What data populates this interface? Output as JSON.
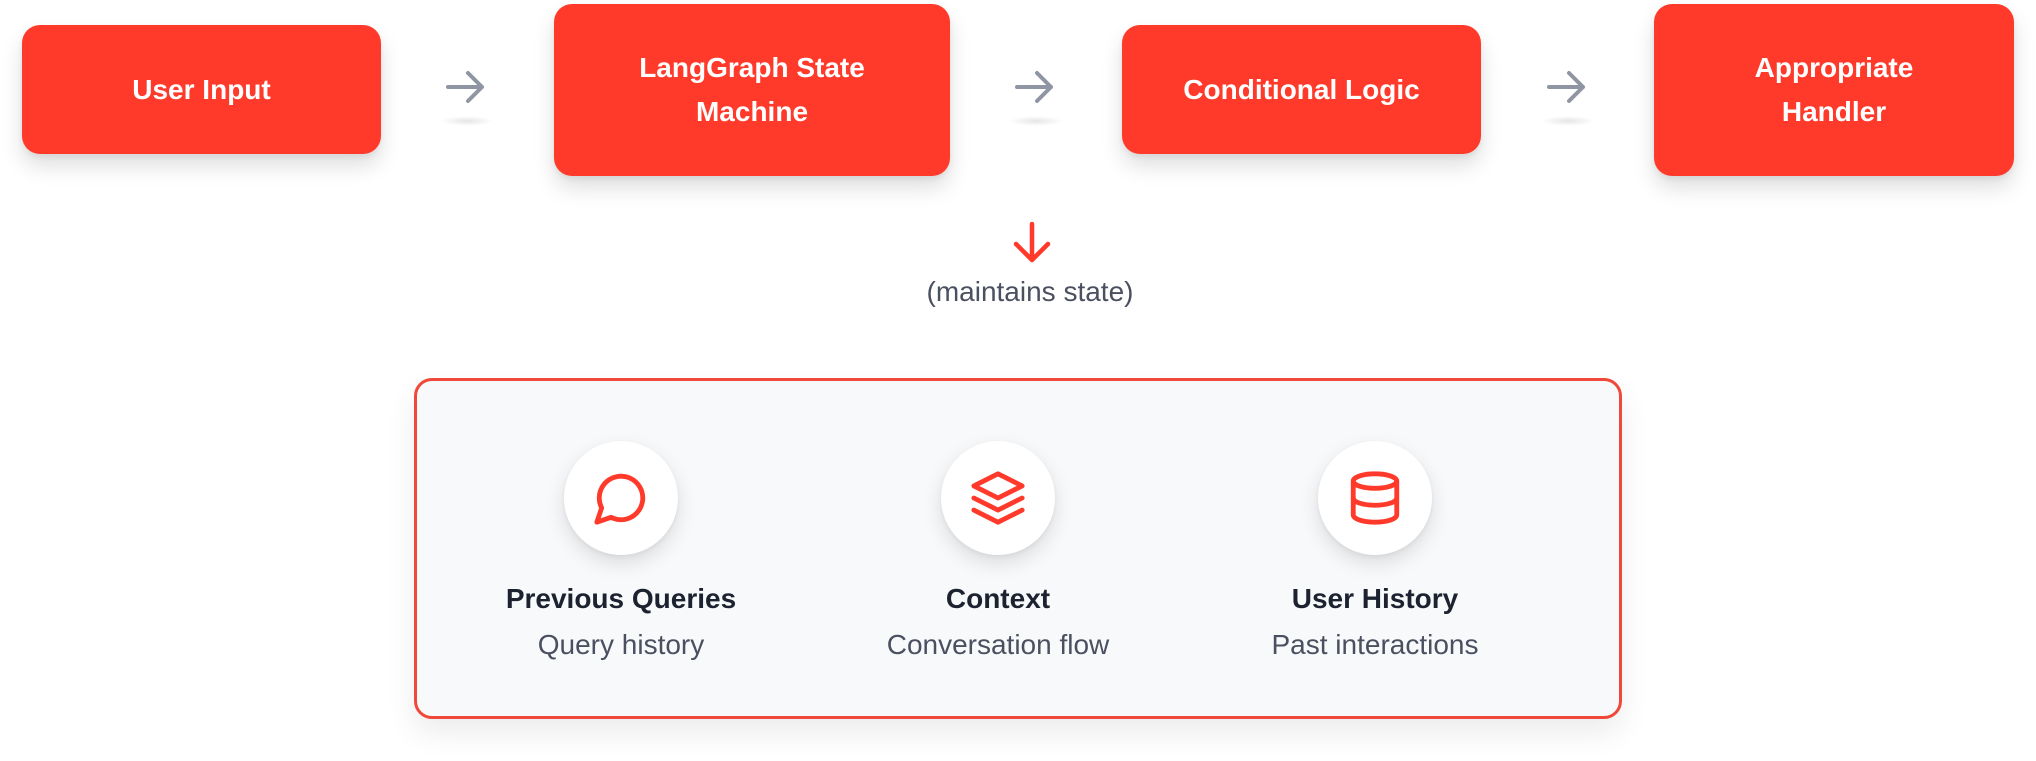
{
  "flow": {
    "nodes": [
      {
        "label": "User Input"
      },
      {
        "label_lines": [
          "LangGraph State",
          "Machine"
        ]
      },
      {
        "label": "Conditional Logic"
      },
      {
        "label_lines": [
          "Appropriate",
          "Handler"
        ]
      }
    ],
    "state_note": "(maintains state)"
  },
  "state_panel": {
    "items": [
      {
        "icon": "chat-bubble-icon",
        "title": "Previous Queries",
        "subtitle": "Query history"
      },
      {
        "icon": "layers-icon",
        "title": "Context",
        "subtitle": "Conversation flow"
      },
      {
        "icon": "database-icon",
        "title": "User History",
        "subtitle": "Past interactions"
      }
    ]
  },
  "colors": {
    "accent": "#ff3a2a",
    "panel_border": "#f0483a",
    "arrow_gray": "#8f95a3",
    "panel_background": "#f8f9fb"
  }
}
